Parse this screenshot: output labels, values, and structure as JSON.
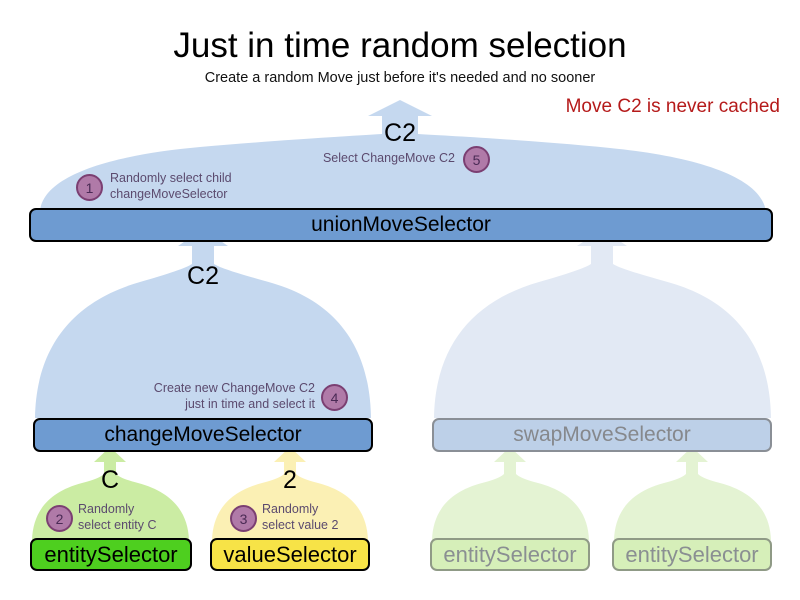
{
  "header": {
    "title": "Just in time random selection",
    "subtitle": "Create a random Move just before it's needed and no sooner",
    "warning": "Move C2 is never cached"
  },
  "colors": {
    "dome_active": "#c5d8ef",
    "dome_faded": "#e2e9f4",
    "bar_active": "#6e9bd1",
    "bar_faded": "#bdd0e8",
    "entity_green": "#4ecf1f",
    "value_yellow": "#f7e347",
    "leaf_faded": "#d6efb9",
    "badge_fill": "#b07aa8",
    "badge_border": "#7b3f72",
    "warning_red": "#b51a1a",
    "note_text": "#5b4a6e"
  },
  "nodes": {
    "union": {
      "label": "unionMoveSelector"
    },
    "change": {
      "label": "changeMoveSelector"
    },
    "swap": {
      "label": "swapMoveSelector"
    },
    "entity_change": {
      "label": "entitySelector"
    },
    "value_change": {
      "label": "valueSelector"
    },
    "entity_swap_left": {
      "label": "entitySelector"
    },
    "entity_swap_right": {
      "label": "entitySelector"
    }
  },
  "flow_labels": {
    "union_out": "C2",
    "change_to_union": "C2",
    "entity_out": "C",
    "value_out": "2"
  },
  "steps": [
    {
      "number": "1",
      "text": "Randomly select child\nchangeMoveSelector"
    },
    {
      "number": "2",
      "text": "Randomly\nselect entity C"
    },
    {
      "number": "3",
      "text": "Randomly\nselect value 2"
    },
    {
      "number": "4",
      "text": "Create new ChangeMove C2\njust in time and select it"
    },
    {
      "number": "5",
      "text": "Select ChangeMove C2"
    }
  ],
  "step_text": {
    "one_line1": "Randomly select child",
    "one_line2": "changeMoveSelector",
    "two_line1": "Randomly",
    "two_line2": "select entity C",
    "three_line1": "Randomly",
    "three_line2": "select value 2",
    "four_line1": "Create new ChangeMove C2",
    "four_line2": "just in time and select it",
    "five_line1": "Select ChangeMove C2"
  },
  "badges": {
    "one": "1",
    "two": "2",
    "three": "3",
    "four": "4",
    "five": "5"
  }
}
